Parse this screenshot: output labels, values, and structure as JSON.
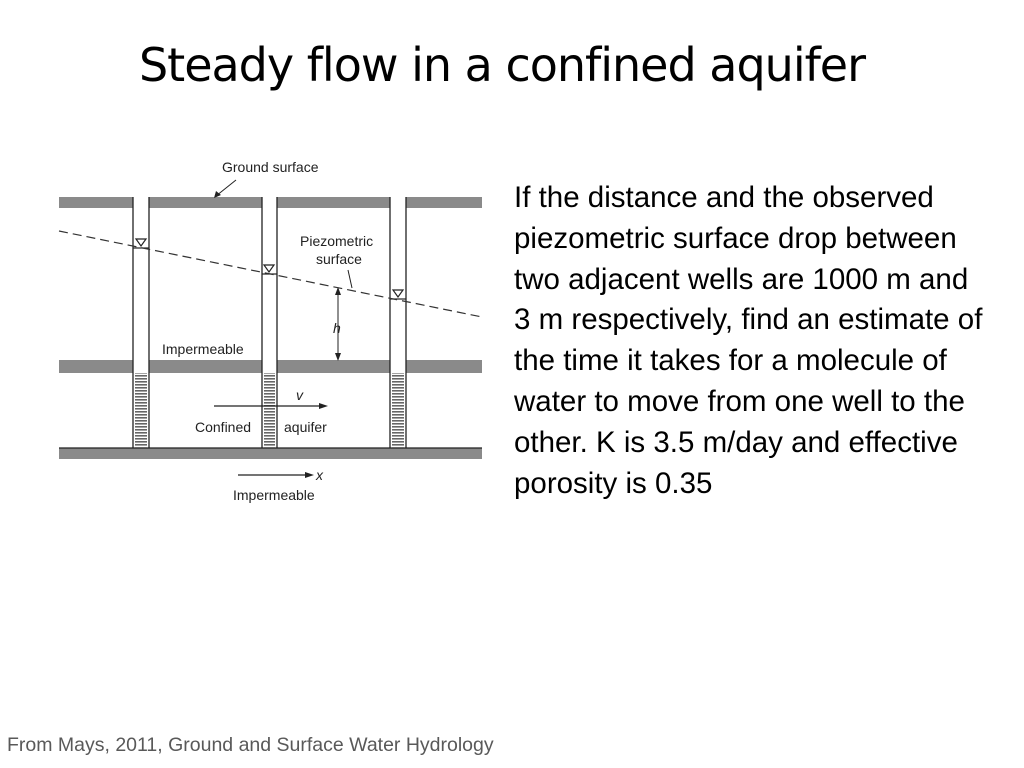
{
  "slide": {
    "title": "Steady flow in a confined aquifer",
    "body": "If the distance and the observed piezometric surface drop between two adjacent wells are 1000 m and 3 m respectively, find an estimate of the time it takes for a molecule of water to move from one well to the other.  K is 3.5 m/day and effective porosity is 0.35",
    "citation": "From Mays, 2011, Ground and Surface Water Hydrology"
  },
  "diagram": {
    "labels": {
      "ground_surface": "Ground surface",
      "piezometric_1": "Piezometric",
      "piezometric_2": "surface",
      "h": "h",
      "impermeable_top": "Impermeable",
      "v": "v",
      "confined": "Confined",
      "aquifer": "aquifer",
      "x": "x",
      "impermeable_bottom": "Impermeable"
    }
  }
}
